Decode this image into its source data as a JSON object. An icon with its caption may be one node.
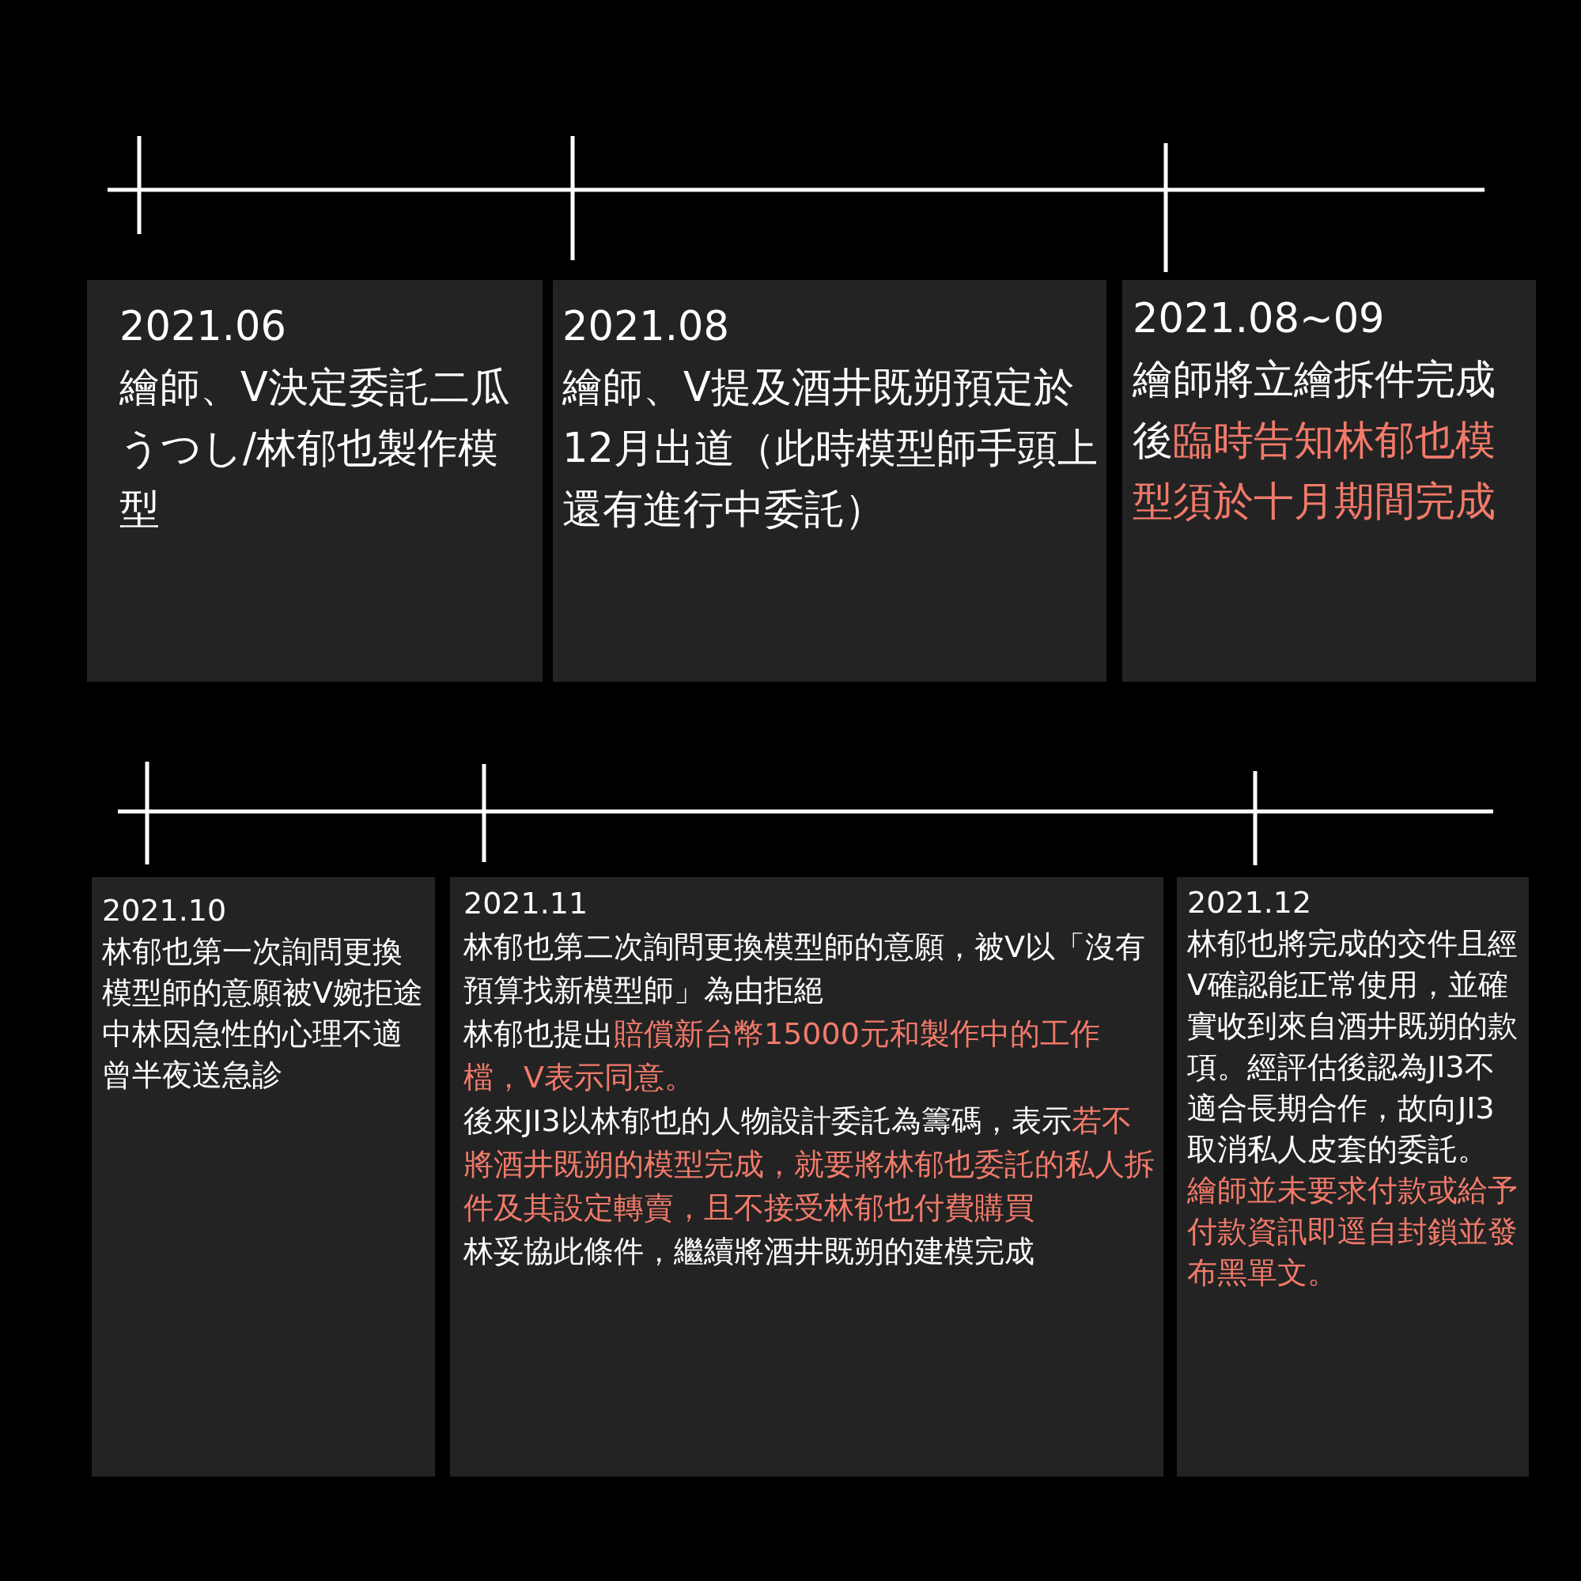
{
  "diagram": {
    "nodes": [
      {
        "text": [
          "2021.06",
          "繪師、V決定委託二瓜うつし/林郁也製作模型"
        ]
      },
      {
        "text": [
          "2021.08",
          "繪師、V提及酒井既朔預定於12月出道（此時模型師手頭上還有進行中委託）"
        ]
      },
      {
        "text": [
          "2021.08~09",
          "繪師將立繪拆件完成後",
          "臨時告知林郁也模型須於十月期間完成"
        ]
      },
      {
        "text": [
          "2021.10",
          "林郁也第一次詢問更換模型師的意願被V婉拒途中林因急性的心理不適曾半夜送急診"
        ]
      },
      {
        "text": [
          "2021.11",
          "林郁也第二次詢問更換模型師的意願，被V以「沒有預算找新模型師」為由拒絕",
          "林郁也提出",
          "賠償新台幣15000元和製作中的工作檔，V表示同意。",
          "後來JI3以林郁也的人物設計委託為籌碼，表示",
          "若不將酒井既朔的模型完成，就要將林郁也委託的私人拆件及其設定轉賣，且不接受林郁也付費購買",
          "林妥協此條件，繼續將酒井既朔的建模完成"
        ]
      },
      {
        "text": [
          "2021.12",
          "林郁也將完成的交件且經V確認能正常使用，並確實收到來自酒井既朔的款項。經評估後認為JI3不適合長期合作，故向JI3取消私人皮套的委託。",
          "繪師並未要求付款或給予付款資訊即逕自封鎖並發布黑單文。"
        ]
      }
    ]
  }
}
